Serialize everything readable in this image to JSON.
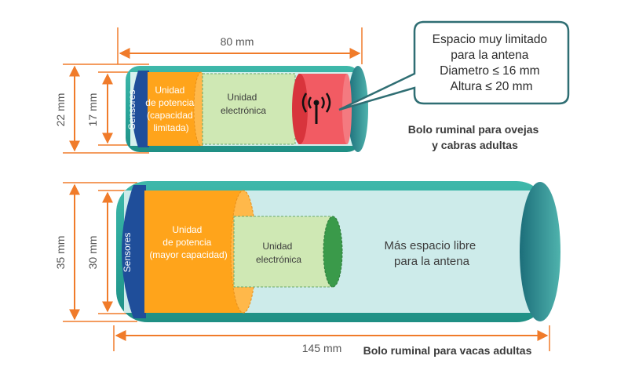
{
  "top_bolus": {
    "length_label": "80 mm",
    "outer_diameter_label": "22 mm",
    "inner_diameter_label": "17 mm",
    "sensors_label": "Sensores",
    "power_unit_lines": [
      "Unidad",
      "de potencia",
      "(capacidad",
      "limitada)"
    ],
    "electronic_unit_lines": [
      "Unidad",
      "electrónica"
    ],
    "caption_lines": [
      "Bolo ruminal para ovejas",
      "y cabras adultas"
    ]
  },
  "callout": {
    "lines": [
      "Espacio muy limitado",
      "para la antena",
      "Diametro ≤ 16 mm",
      "Altura ≤ 20 mm"
    ]
  },
  "bottom_bolus": {
    "length_label": "145 mm",
    "outer_diameter_label": "35 mm",
    "inner_diameter_label": "30 mm",
    "sensors_label": "Sensores",
    "power_unit_lines": [
      "Unidad",
      "de potencia",
      "(mayor capacidad)"
    ],
    "electronic_unit_lines": [
      "Unidad",
      "electrónica"
    ],
    "free_space_lines": [
      "Más espacio libre",
      "para la antena"
    ],
    "caption": "Bolo ruminal para vacas adultas"
  },
  "colors": {
    "dimension": "#f07b2a",
    "shell_teal": "#2aa79b",
    "sensors_blue": "#1f4e9a",
    "power_orange": "#ffa41b",
    "electronic_green": "#cfe8b4",
    "antenna_red": "#f25b63",
    "free_space": "#cdebea"
  }
}
